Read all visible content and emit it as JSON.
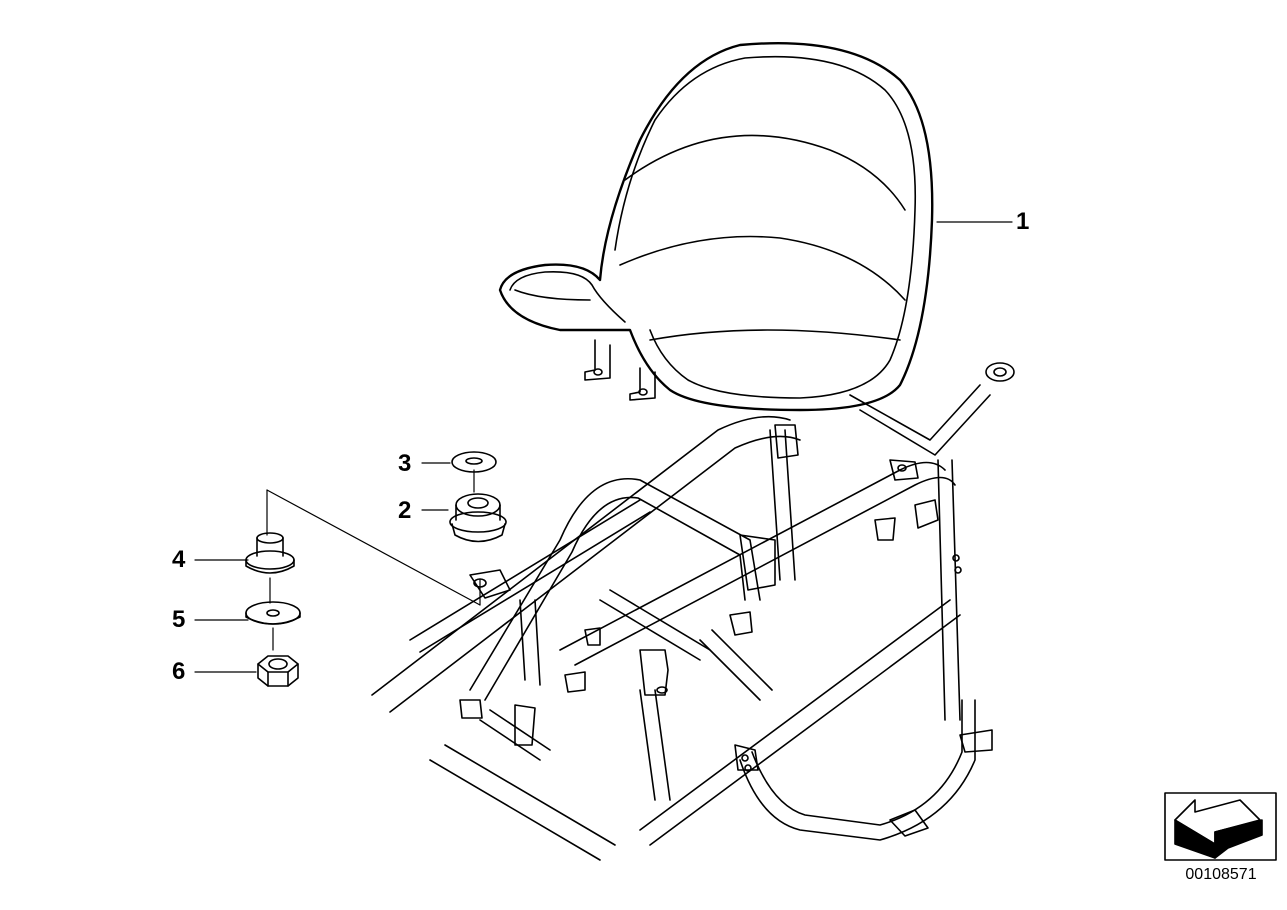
{
  "callouts": [
    {
      "id": "1",
      "label": "1"
    },
    {
      "id": "2",
      "label": "2"
    },
    {
      "id": "3",
      "label": "3"
    },
    {
      "id": "4",
      "label": "4"
    },
    {
      "id": "5",
      "label": "5"
    },
    {
      "id": "6",
      "label": "6"
    }
  ],
  "diagram_number": "00108571",
  "icons": {
    "direction": "arrow-pointer-icon"
  },
  "colors": {
    "line": "#000000",
    "background": "#ffffff"
  }
}
